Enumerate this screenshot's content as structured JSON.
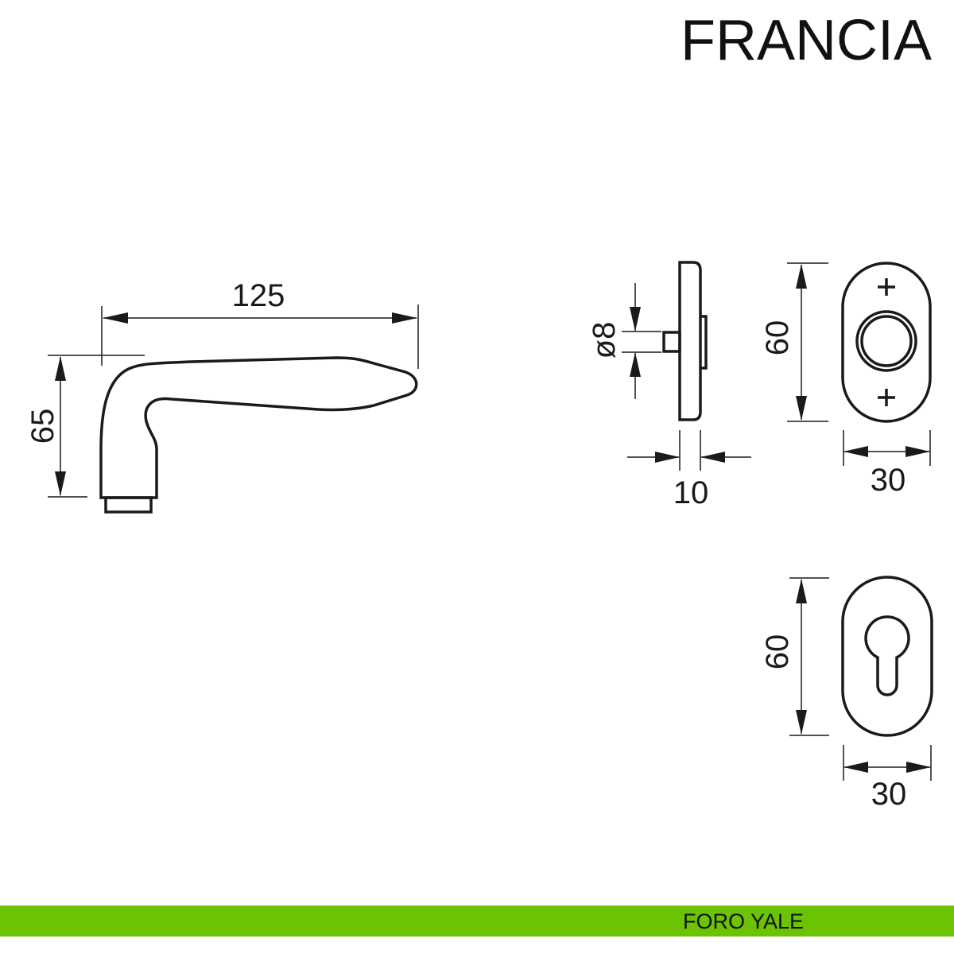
{
  "title": "FRANCIA",
  "footer": {
    "label": "FORO YALE",
    "color": "#6cc304"
  },
  "handle_side_view": {
    "length_dim": "125",
    "height_dim": "65"
  },
  "rosette_side_view": {
    "spindle_dim": "ø8",
    "thickness_dim": "10"
  },
  "round_rosette": {
    "height_dim": "60",
    "width_dim": "30"
  },
  "keyhole_rosette": {
    "height_dim": "60",
    "width_dim": "30"
  }
}
